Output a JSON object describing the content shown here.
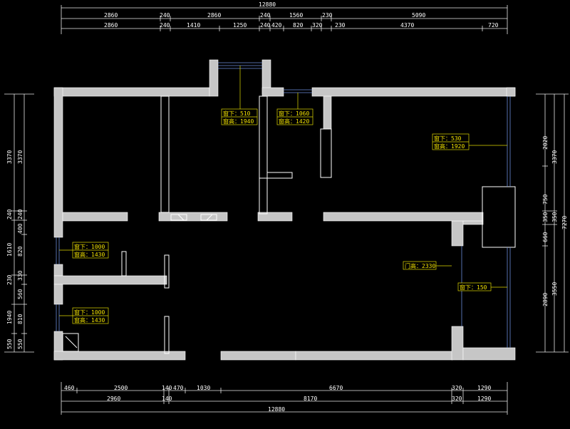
{
  "top_dims": {
    "total": "12880",
    "row1": [
      "2860",
      "240",
      "2860",
      "240",
      "1560",
      "230",
      "5090"
    ],
    "row2": [
      "2860",
      "240",
      "1410",
      "1250",
      "240",
      "420",
      "820",
      "320",
      "230",
      "4370",
      "720"
    ]
  },
  "bottom_dims": {
    "row1": [
      "460",
      "2500",
      "140",
      "470",
      "1030",
      "6670",
      "320",
      "1290"
    ],
    "row2": [
      "2960",
      "140",
      "8170",
      "320",
      "1290"
    ],
    "total": "12880"
  },
  "left_dims": {
    "outer": [
      "3370",
      "240",
      "1610",
      "230",
      "1940",
      "550"
    ],
    "inner": [
      "3370",
      "240",
      "400",
      "820",
      "330",
      "560",
      "810",
      "550"
    ]
  },
  "right_dims": {
    "inner": [
      "2020",
      "750",
      "350",
      "660",
      "2890"
    ],
    "mid": [
      "3370",
      "350",
      "3550"
    ],
    "total": "7270"
  },
  "window_labels": [
    {
      "line1": "窗下：510",
      "line2": "窗高：1940"
    },
    {
      "line1": "窗下：1060",
      "line2": "窗高：1420"
    },
    {
      "line1": "窗下：530",
      "line2": "窗高：1920"
    },
    {
      "line1": "窗下：1000",
      "line2": "窗高：1430"
    },
    {
      "line1": "窗下：1000",
      "line2": "窗高：1430"
    },
    {
      "line1": "门高：2330"
    },
    {
      "line1": "窗下：150"
    }
  ],
  "colors": {
    "background": "#000000",
    "wall": "#c6c6c6",
    "label": "#f0e000",
    "window": "#6a8bd8"
  }
}
